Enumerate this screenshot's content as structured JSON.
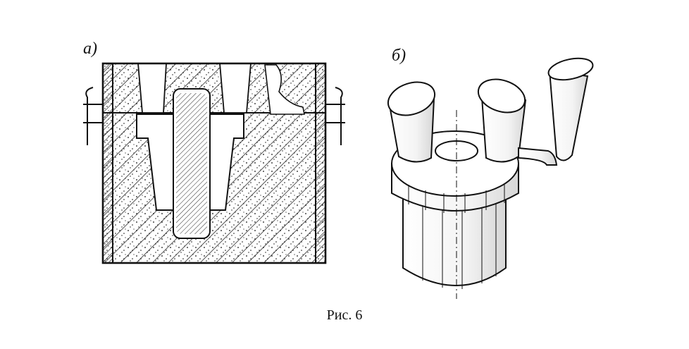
{
  "panels": {
    "a": {
      "label": "а)"
    },
    "b": {
      "label": "б)"
    }
  },
  "caption": "Рис. 6",
  "colors": {
    "ink": "#111111",
    "paper": "#ffffff"
  }
}
